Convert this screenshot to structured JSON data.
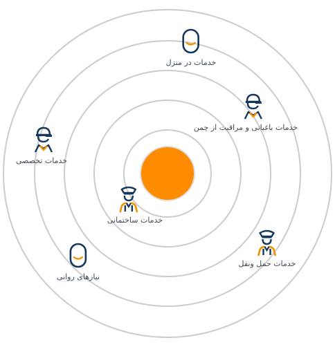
{
  "colors": {
    "ring": "#cccccc",
    "hub_fill": "#ff8c00",
    "hub_stroke": "#dddddd",
    "icon_dark": "#14375a",
    "icon_accent": "#f29000",
    "label": "#3d4a57"
  },
  "services": [
    {
      "id": "home-services",
      "label": "خدمات در  منزل",
      "icon": "capsule-person-icon"
    },
    {
      "id": "gardening-lawn-care",
      "label": "خدمات باغبانی و مراقبت از چمن",
      "icon": "capped-worker-icon"
    },
    {
      "id": "specialized-services",
      "label": "خدمات تخصصی",
      "icon": "capped-worker-icon"
    },
    {
      "id": "construction-services",
      "label": "خدمات ساختمانی",
      "icon": "officer-icon"
    },
    {
      "id": "moving-services",
      "label": "خدمات حمل ونقل",
      "icon": "officer-icon"
    },
    {
      "id": "psychological-needs",
      "label": "نیازهای روانی",
      "icon": "capsule-person-icon"
    }
  ]
}
